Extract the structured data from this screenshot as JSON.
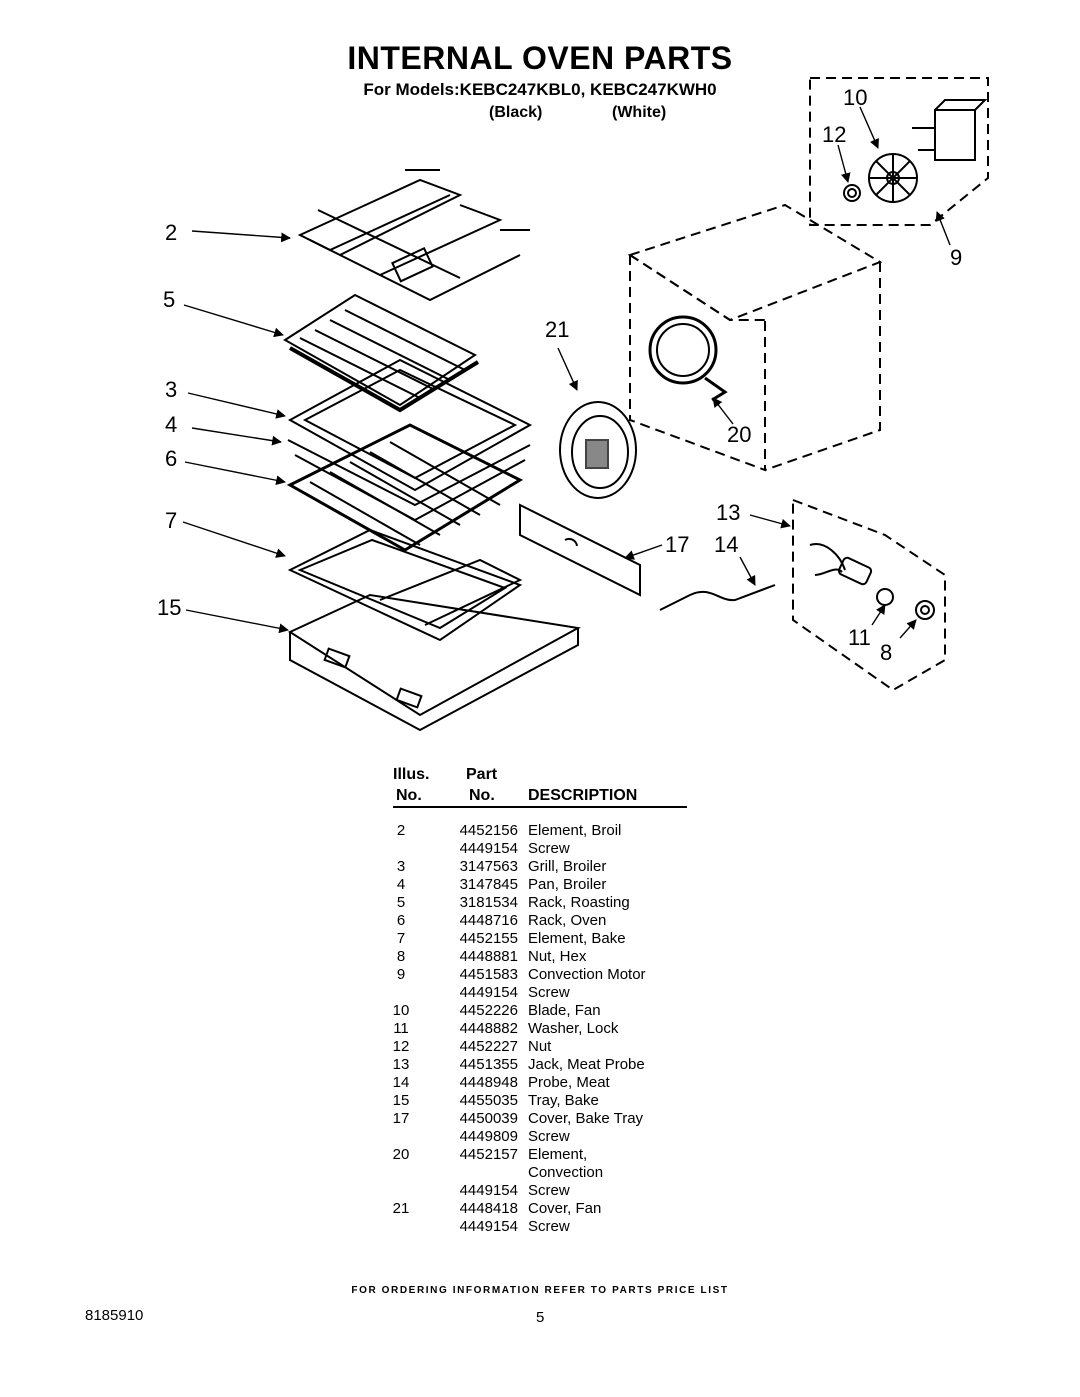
{
  "header": {
    "title": "INTERNAL OVEN PARTS",
    "models": "For Models:KEBC247KBL0, KEBC247KWH0",
    "color_black": "(Black)",
    "color_white": "(White)"
  },
  "callouts": [
    "2",
    "5",
    "3",
    "4",
    "6",
    "7",
    "15",
    "21",
    "20",
    "10",
    "12",
    "9",
    "13",
    "17",
    "14",
    "11",
    "8"
  ],
  "table": {
    "header_illus": "Illus.",
    "header_part": "Part",
    "header_no_1": "No.",
    "header_no_2": "No.",
    "header_desc": "DESCRIPTION",
    "rows": [
      {
        "illus": "2",
        "part": "4452156",
        "desc": "Element, Broil"
      },
      {
        "illus": "",
        "part": "4449154",
        "desc": "Screw"
      },
      {
        "illus": "3",
        "part": "3147563",
        "desc": "Grill, Broiler"
      },
      {
        "illus": "4",
        "part": "3147845",
        "desc": "Pan, Broiler"
      },
      {
        "illus": "5",
        "part": "3181534",
        "desc": "Rack, Roasting"
      },
      {
        "illus": "6",
        "part": "4448716",
        "desc": "Rack, Oven"
      },
      {
        "illus": "7",
        "part": "4452155",
        "desc": "Element, Bake"
      },
      {
        "illus": "8",
        "part": "4448881",
        "desc": "Nut, Hex"
      },
      {
        "illus": "9",
        "part": "4451583",
        "desc": "Convection Motor"
      },
      {
        "illus": "",
        "part": "4449154",
        "desc": "Screw"
      },
      {
        "illus": "10",
        "part": "4452226",
        "desc": "Blade, Fan"
      },
      {
        "illus": "11",
        "part": "4448882",
        "desc": "Washer, Lock"
      },
      {
        "illus": "12",
        "part": "4452227",
        "desc": "Nut"
      },
      {
        "illus": "13",
        "part": "4451355",
        "desc": "Jack, Meat Probe"
      },
      {
        "illus": "14",
        "part": "4448948",
        "desc": "Probe, Meat"
      },
      {
        "illus": "15",
        "part": "4455035",
        "desc": "Tray, Bake"
      },
      {
        "illus": "17",
        "part": "4450039",
        "desc": "Cover, Bake Tray"
      },
      {
        "illus": "",
        "part": "4449809",
        "desc": "Screw"
      },
      {
        "illus": "20",
        "part": "4452157",
        "desc": "Element,"
      },
      {
        "illus": "",
        "part": "",
        "desc": "Convection"
      },
      {
        "illus": "",
        "part": "4449154",
        "desc": "Screw"
      },
      {
        "illus": "21",
        "part": "4448418",
        "desc": "Cover, Fan"
      },
      {
        "illus": "",
        "part": "4449154",
        "desc": "Screw"
      }
    ]
  },
  "footer": {
    "ordering_note": "FOR ORDERING INFORMATION REFER TO PARTS PRICE LIST",
    "doc_number": "8185910",
    "page_number": "5"
  }
}
